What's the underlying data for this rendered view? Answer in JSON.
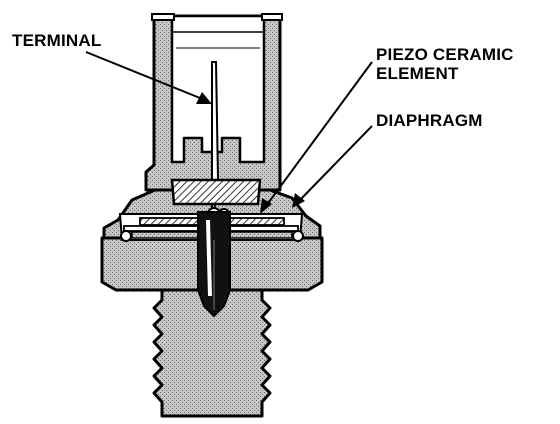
{
  "labels": {
    "terminal": "TERMINAL",
    "piezo_line1": "PIEZO CERAMIC",
    "piezo_line2": "ELEMENT",
    "diaphragm": "DIAPHRAGM"
  },
  "colors": {
    "ink": "#000000",
    "housing_fill": "#bdbdbd",
    "background": "#ffffff"
  }
}
